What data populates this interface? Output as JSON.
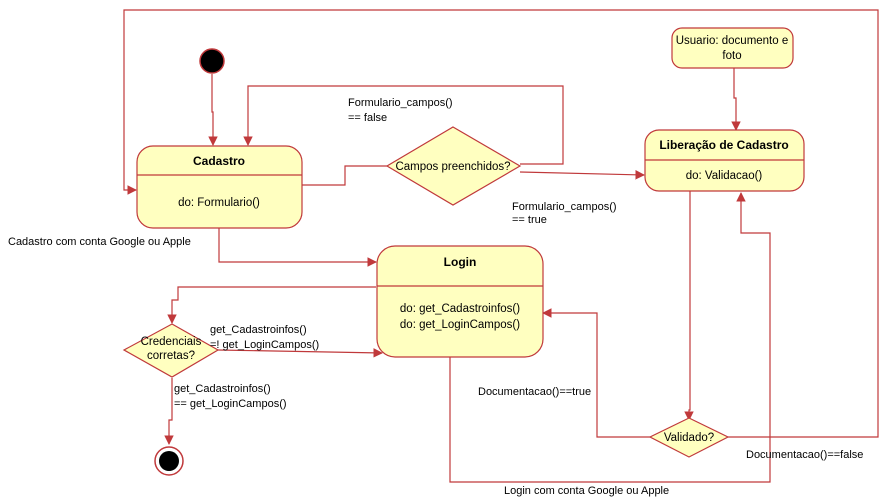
{
  "states": {
    "cadastro": {
      "title": "Cadastro",
      "action": "do: Formulario()"
    },
    "login": {
      "title": "Login",
      "action1": "do: get_Cadastroinfos()",
      "action2": "do: get_LoginCampos()"
    },
    "liberacao": {
      "title": "Liberação de Cadastro",
      "action": "do: Validacao()"
    },
    "usuario": {
      "line1": "Usuario: documento e",
      "line2": "foto"
    }
  },
  "decisions": {
    "campos": "Campos preenchidos?",
    "credenciais_line1": "Credenciais",
    "credenciais_line2": "corretas?",
    "validado": "Validado?"
  },
  "labels": {
    "form_false_1": "Formulario_campos()",
    "form_false_2": "== false",
    "form_true_1": "Formulario_campos()",
    "form_true_2": "== true",
    "google_cadastro": "Cadastro com conta Google ou Apple",
    "cred_neq_1": "get_Cadastroinfos()",
    "cred_neq_2": "=! get_LoginCampos()",
    "cred_eq_1": "get_Cadastroinfos()",
    "cred_eq_2": "== get_LoginCampos()",
    "doc_true": "Documentacao()==true",
    "doc_false": "Documentacao()==false",
    "google_login": "Login com conta Google ou Apple"
  },
  "colors": {
    "stroke": "#c0393b",
    "fill": "#ffffc0"
  }
}
